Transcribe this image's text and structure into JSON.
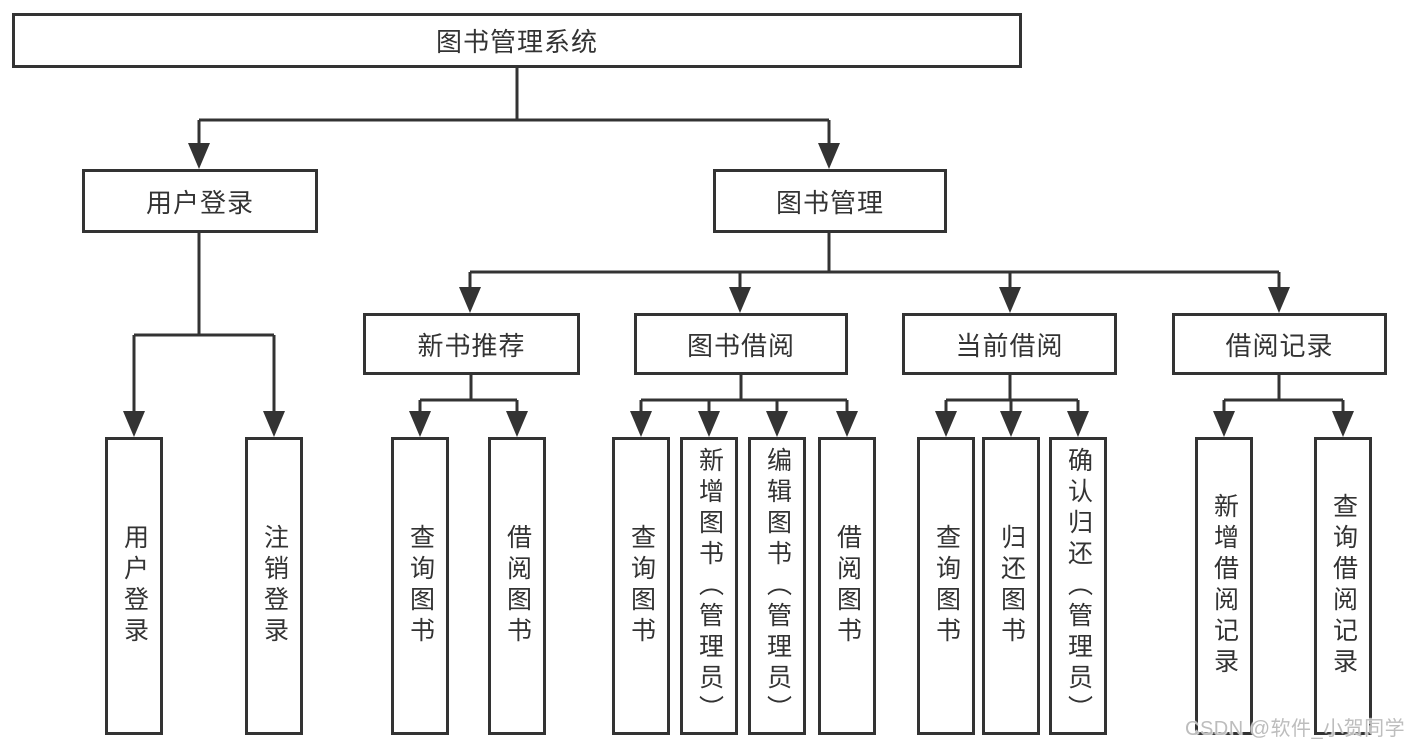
{
  "diagram": {
    "root": {
      "label": "图书管理系统"
    },
    "branches": {
      "user_login": {
        "label": "用户登录",
        "children": {
          "login": "用户登录",
          "logout": "注销登录"
        }
      },
      "book_mgmt": {
        "label": "图书管理",
        "sections": {
          "new_book": {
            "label": "新书推荐",
            "children": {
              "query": "查询图书",
              "borrow": "借阅图书"
            }
          },
          "borrow": {
            "label": "图书借阅",
            "children": {
              "query": "查询图书",
              "add": "新增图书（管理员）",
              "edit": "编辑图书（管理员）",
              "borrow": "借阅图书"
            }
          },
          "current": {
            "label": "当前借阅",
            "children": {
              "query": "查询图书",
              "return": "归还图书",
              "confirm": "确认归还（管理员）"
            }
          },
          "record": {
            "label": "借阅记录",
            "children": {
              "add": "新增借阅记录",
              "query": "查询借阅记录"
            }
          }
        }
      }
    }
  },
  "watermark": {
    "text": "CSDN @软件_小贺同学"
  },
  "colors": {
    "line": "#333333",
    "text": "#333333",
    "box_background": "#ffffff",
    "watermark": "#bdbdbd",
    "page_background": "#ffffff"
  }
}
